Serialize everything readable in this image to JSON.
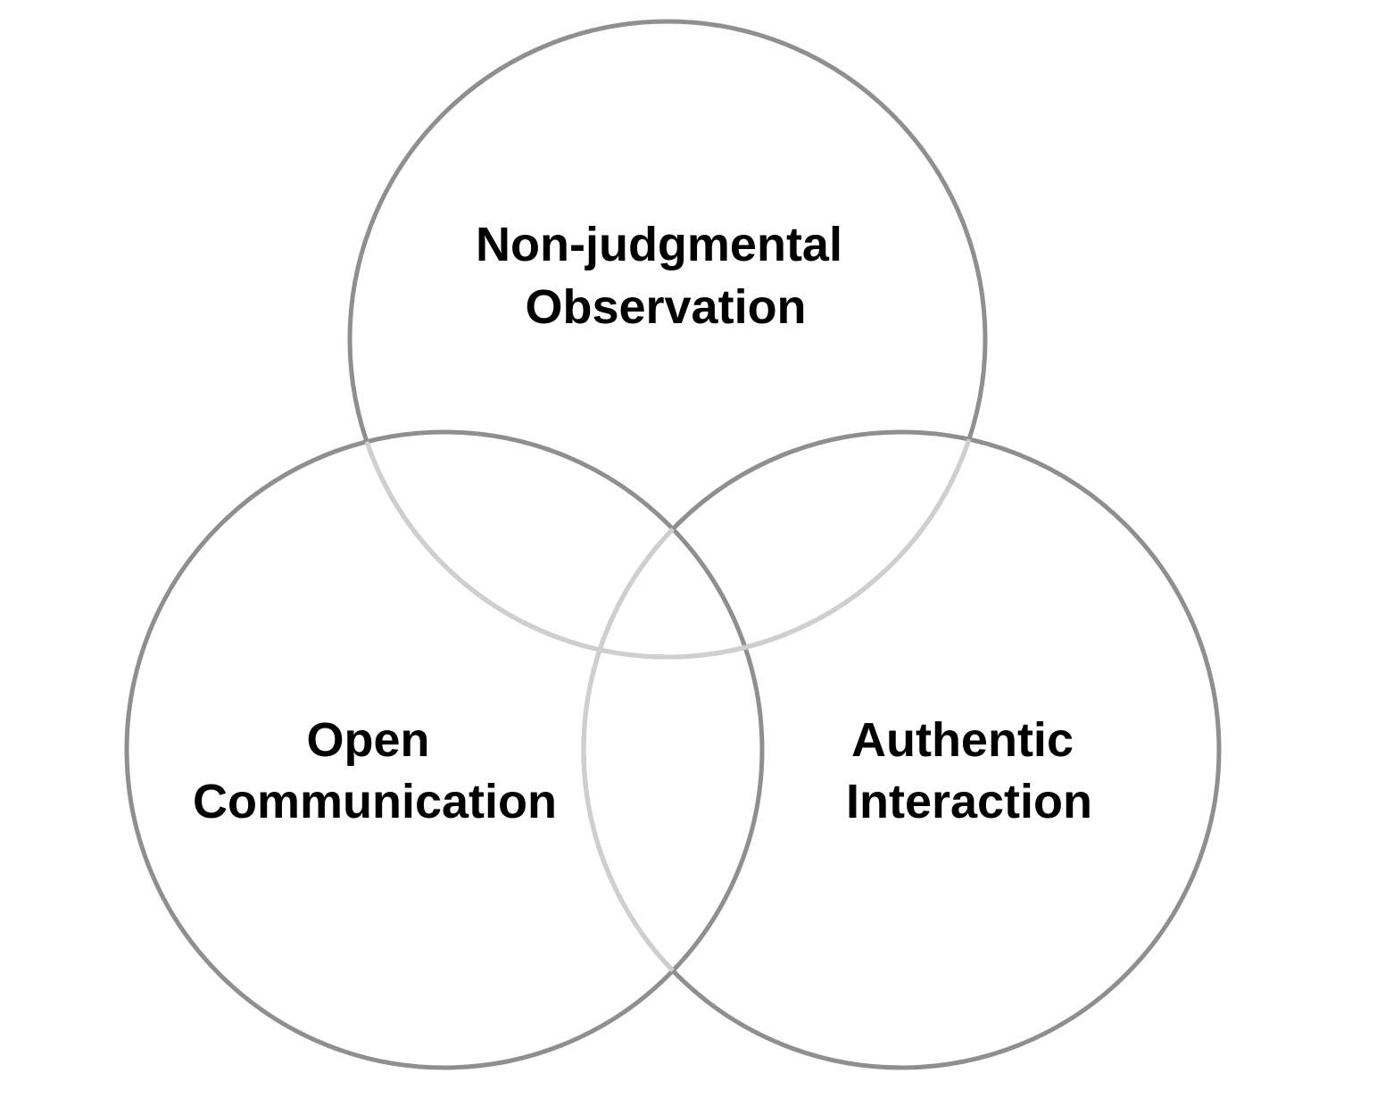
{
  "diagram": {
    "type": "venn",
    "sets": [
      {
        "id": "top",
        "label_lines": [
          "Non-judgmental",
          "Observation"
        ]
      },
      {
        "id": "left",
        "label_lines": [
          "Open",
          "Communication"
        ]
      },
      {
        "id": "right",
        "label_lines": [
          "Authentic",
          "Interaction"
        ]
      }
    ],
    "colors": {
      "outline": "#8f8f8f",
      "outline_faded": "#cfcfcf",
      "text": "#000000",
      "background": "#ffffff"
    }
  }
}
